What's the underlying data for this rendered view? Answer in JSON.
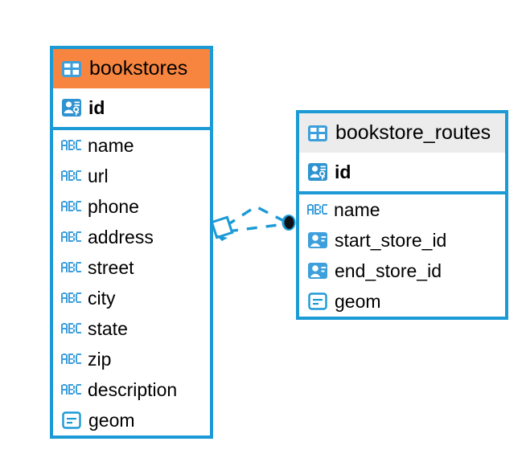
{
  "diagram": {
    "type": "entity-relationship-diagram",
    "background_color": "#ffffff",
    "accent_color": "#1b9ad6",
    "highlight_color": "#f7853f",
    "header_gray": "#ececec"
  },
  "entities": [
    {
      "name": "bookstores",
      "header_style": "orange",
      "table_icon": "table-icon",
      "primary_key": {
        "label": "id",
        "icon": "primary-key-icon"
      },
      "fields": [
        {
          "label": "name",
          "icon": "text-type-icon"
        },
        {
          "label": "url",
          "icon": "text-type-icon"
        },
        {
          "label": "phone",
          "icon": "text-type-icon"
        },
        {
          "label": "address",
          "icon": "text-type-icon"
        },
        {
          "label": "street",
          "icon": "text-type-icon"
        },
        {
          "label": "city",
          "icon": "text-type-icon"
        },
        {
          "label": "state",
          "icon": "text-type-icon"
        },
        {
          "label": "zip",
          "icon": "text-type-icon"
        },
        {
          "label": "description",
          "icon": "text-type-icon"
        },
        {
          "label": "geom",
          "icon": "geometry-type-icon"
        }
      ]
    },
    {
      "name": "bookstore_routes",
      "header_style": "gray",
      "table_icon": "table-icon",
      "primary_key": {
        "label": "id",
        "icon": "primary-key-icon"
      },
      "fields": [
        {
          "label": "name",
          "icon": "text-type-icon"
        },
        {
          "label": "start_store_id",
          "icon": "foreign-key-icon"
        },
        {
          "label": "end_store_id",
          "icon": "foreign-key-icon"
        },
        {
          "label": "geom",
          "icon": "geometry-type-icon"
        }
      ]
    }
  ],
  "relationship": {
    "from_entity": "bookstores",
    "to_entity": "bookstore_routes",
    "line_style": "dashed",
    "line_color": "#1b9ad6",
    "source_marker": "diamond-marker",
    "target_marker": "filled-circle-marker"
  }
}
